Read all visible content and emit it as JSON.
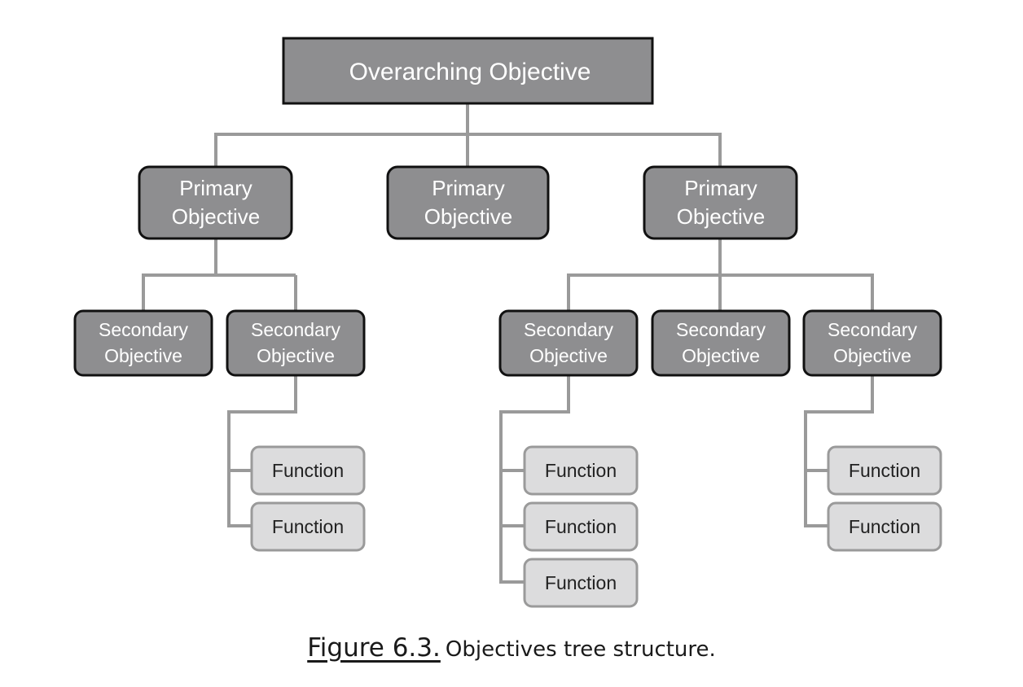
{
  "diagram": {
    "root": {
      "label": "Overarching Objective"
    },
    "primary": [
      {
        "label_line1": "Primary",
        "label_line2": "Objective"
      },
      {
        "label_line1": "Primary",
        "label_line2": "Objective"
      },
      {
        "label_line1": "Primary",
        "label_line2": "Objective"
      }
    ],
    "secondary": [
      {
        "label_line1": "Secondary",
        "label_line2": "Objective"
      },
      {
        "label_line1": "Secondary",
        "label_line2": "Objective"
      },
      {
        "label_line1": "Secondary",
        "label_line2": "Objective"
      },
      {
        "label_line1": "Secondary",
        "label_line2": "Objective"
      },
      {
        "label_line1": "Secondary",
        "label_line2": "Objective"
      }
    ],
    "functions": [
      {
        "label": "Function"
      },
      {
        "label": "Function"
      },
      {
        "label": "Function"
      },
      {
        "label": "Function"
      },
      {
        "label": "Function"
      },
      {
        "label": "Function"
      },
      {
        "label": "Function"
      }
    ],
    "colors": {
      "dark_fill": "#8e8e90",
      "light_fill": "#dcdcdd",
      "connector": "#9a9a9a",
      "border": "#111111",
      "light_border": "#9a9a9a"
    }
  },
  "caption": {
    "figure_label": "Figure 6.3.",
    "text": "Objectives tree structure."
  }
}
